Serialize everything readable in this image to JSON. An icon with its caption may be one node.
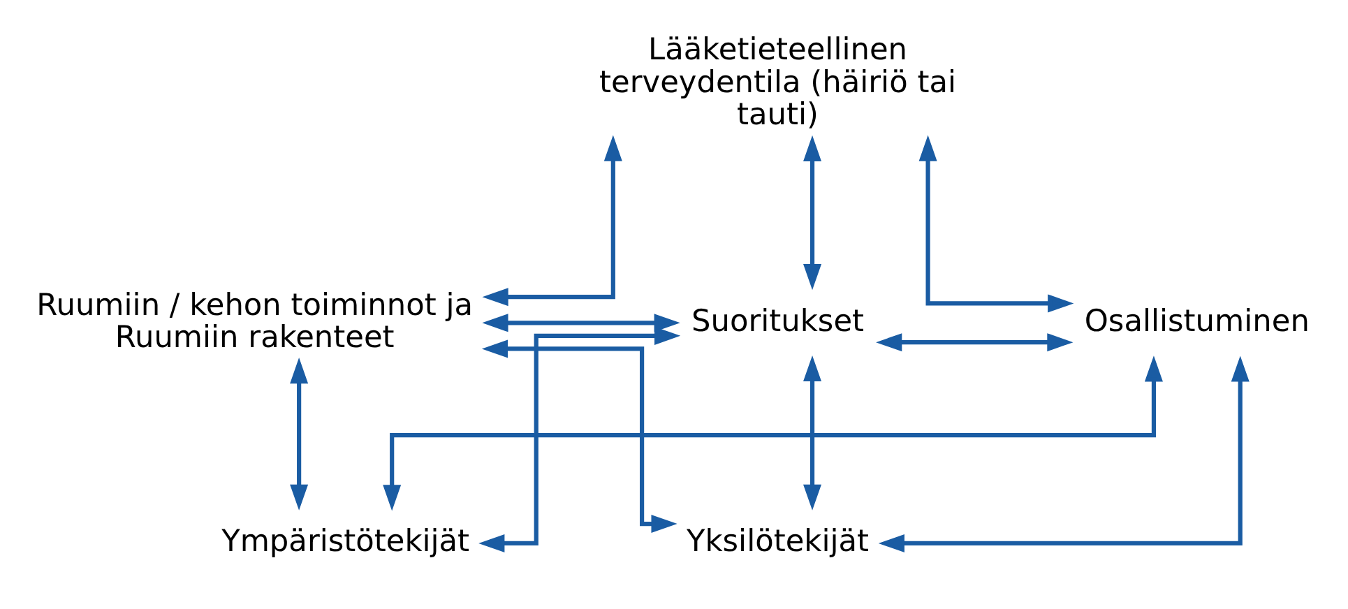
{
  "diagram": {
    "nodes": [
      {
        "text": [
          "Lääketieteellinen terveydentila (häiriö tai tauti)"
        ]
      },
      {
        "text": [
          "Ruumiin / kehon toiminnot ja Ruumiin rakenteet"
        ]
      },
      {
        "text": [
          "Suoritukset"
        ]
      },
      {
        "text": [
          "Osallistuminen"
        ]
      },
      {
        "text": [
          "Ympäristötekijät"
        ]
      },
      {
        "text": [
          "Yksilötekijät"
        ]
      }
    ],
    "edges": [
      {
        "from": 0,
        "to": 1,
        "arrow": "both"
      },
      {
        "from": 0,
        "to": 2,
        "arrow": "both"
      },
      {
        "from": 0,
        "to": 3,
        "arrow": "both"
      },
      {
        "from": 1,
        "to": 2,
        "arrow": "both"
      },
      {
        "from": 2,
        "to": 3,
        "arrow": "both"
      },
      {
        "from": 4,
        "to": 1,
        "arrow": "both"
      },
      {
        "from": 4,
        "to": 2,
        "arrow": "both"
      },
      {
        "from": 4,
        "to": 3,
        "arrow": "both"
      },
      {
        "from": 5,
        "to": 1,
        "arrow": "both"
      },
      {
        "from": 5,
        "to": 2,
        "arrow": "both"
      },
      {
        "from": 5,
        "to": 3,
        "arrow": "both"
      }
    ]
  }
}
